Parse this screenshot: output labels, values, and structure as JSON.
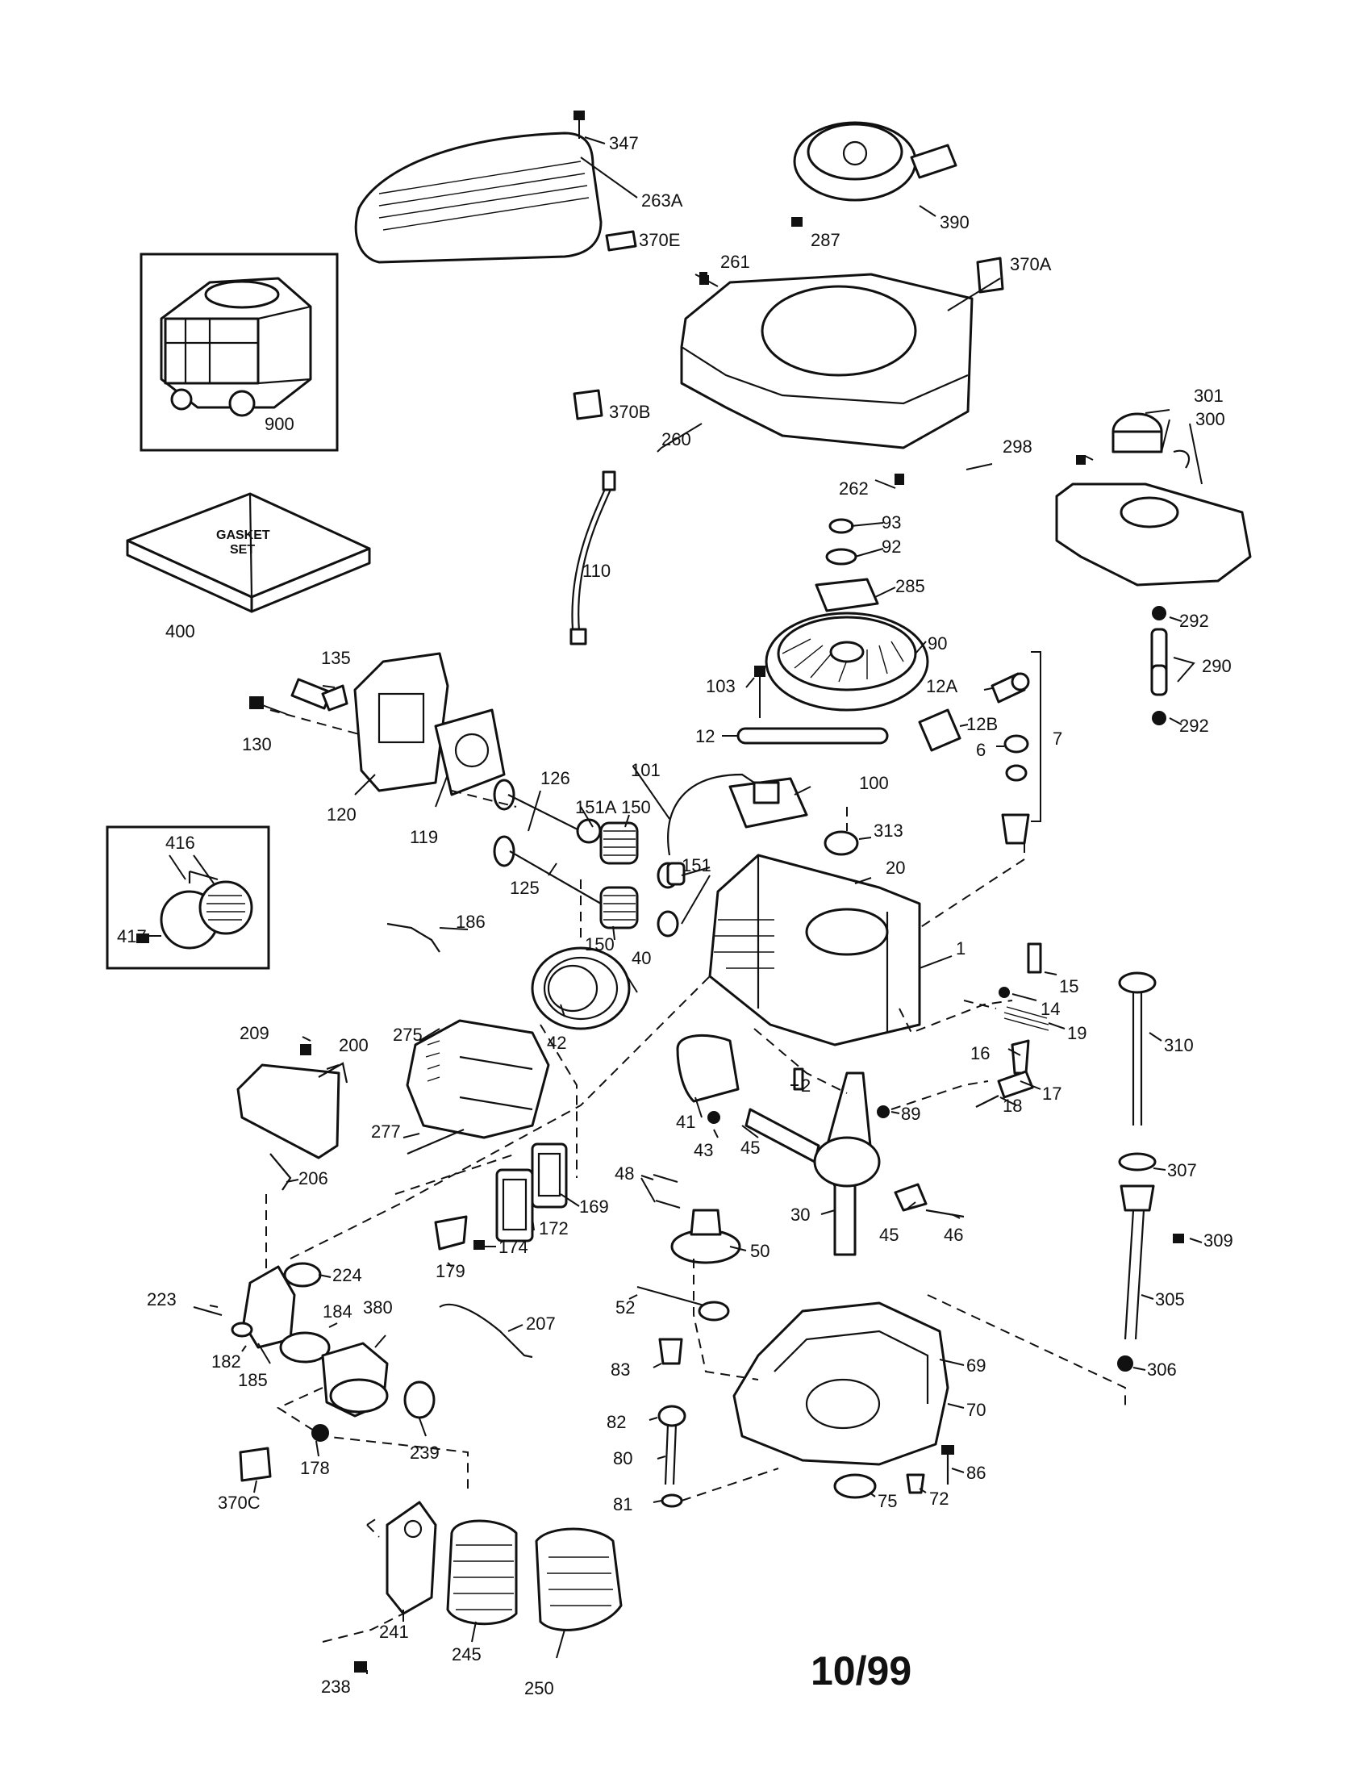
{
  "diagram": {
    "date_code": "10/99",
    "gasket_set_lines": [
      "GASKET",
      "SET"
    ],
    "parts": [
      {
        "id": "347"
      },
      {
        "id": "263A"
      },
      {
        "id": "370E"
      },
      {
        "id": "287"
      },
      {
        "id": "390"
      },
      {
        "id": "261"
      },
      {
        "id": "370A"
      },
      {
        "id": "900"
      },
      {
        "id": "370B"
      },
      {
        "id": "260"
      },
      {
        "id": "262"
      },
      {
        "id": "301"
      },
      {
        "id": "300"
      },
      {
        "id": "298"
      },
      {
        "id": "400"
      },
      {
        "id": "110"
      },
      {
        "id": "93"
      },
      {
        "id": "92"
      },
      {
        "id": "285"
      },
      {
        "id": "292a",
        "text": "292"
      },
      {
        "id": "290"
      },
      {
        "id": "292b",
        "text": "292"
      },
      {
        "id": "135"
      },
      {
        "id": "90"
      },
      {
        "id": "103"
      },
      {
        "id": "12A"
      },
      {
        "id": "130"
      },
      {
        "id": "12"
      },
      {
        "id": "12B"
      },
      {
        "id": "6"
      },
      {
        "id": "7"
      },
      {
        "id": "126"
      },
      {
        "id": "101"
      },
      {
        "id": "100"
      },
      {
        "id": "120"
      },
      {
        "id": "119"
      },
      {
        "id": "151A"
      },
      {
        "id": "150a",
        "text": "150"
      },
      {
        "id": "313"
      },
      {
        "id": "416"
      },
      {
        "id": "20"
      },
      {
        "id": "125"
      },
      {
        "id": "151"
      },
      {
        "id": "417"
      },
      {
        "id": "186"
      },
      {
        "id": "150b",
        "text": "150"
      },
      {
        "id": "40"
      },
      {
        "id": "1"
      },
      {
        "id": "15"
      },
      {
        "id": "14"
      },
      {
        "id": "19"
      },
      {
        "id": "209"
      },
      {
        "id": "200"
      },
      {
        "id": "275"
      },
      {
        "id": "42"
      },
      {
        "id": "310"
      },
      {
        "id": "16"
      },
      {
        "id": "2"
      },
      {
        "id": "17"
      },
      {
        "id": "89"
      },
      {
        "id": "18"
      },
      {
        "id": "277"
      },
      {
        "id": "41"
      },
      {
        "id": "43"
      },
      {
        "id": "45a",
        "text": "45"
      },
      {
        "id": "206"
      },
      {
        "id": "48"
      },
      {
        "id": "169"
      },
      {
        "id": "307"
      },
      {
        "id": "172"
      },
      {
        "id": "30"
      },
      {
        "id": "174"
      },
      {
        "id": "45b",
        "text": "45"
      },
      {
        "id": "46"
      },
      {
        "id": "309"
      },
      {
        "id": "50"
      },
      {
        "id": "224"
      },
      {
        "id": "179"
      },
      {
        "id": "223"
      },
      {
        "id": "184"
      },
      {
        "id": "380"
      },
      {
        "id": "52"
      },
      {
        "id": "207"
      },
      {
        "id": "305"
      },
      {
        "id": "182"
      },
      {
        "id": "185"
      },
      {
        "id": "83"
      },
      {
        "id": "69"
      },
      {
        "id": "306"
      },
      {
        "id": "70"
      },
      {
        "id": "82"
      },
      {
        "id": "239"
      },
      {
        "id": "178"
      },
      {
        "id": "80"
      },
      {
        "id": "86"
      },
      {
        "id": "370C"
      },
      {
        "id": "81"
      },
      {
        "id": "75"
      },
      {
        "id": "72"
      },
      {
        "id": "241"
      },
      {
        "id": "245"
      },
      {
        "id": "238"
      },
      {
        "id": "250"
      }
    ]
  }
}
